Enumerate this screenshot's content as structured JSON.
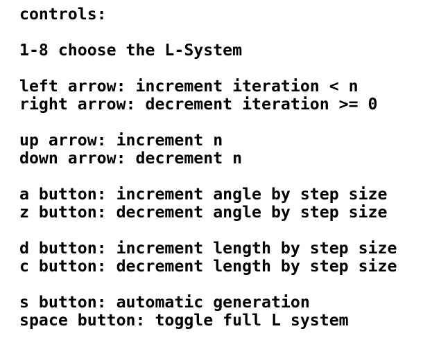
{
  "title": "controls:",
  "sections": [
    {
      "lines": [
        "1-8 choose the L-System"
      ]
    },
    {
      "lines": [
        "left arrow: increment iteration < n",
        "right arrow: decrement iteration >= 0"
      ]
    },
    {
      "lines": [
        "up arrow: increment n",
        "down arrow: decrement n"
      ]
    },
    {
      "lines": [
        "a button: increment angle by step size",
        "z button: decrement angle by step size"
      ]
    },
    {
      "lines": [
        "d button: increment length by step size",
        "c button: decrement length by step size"
      ]
    },
    {
      "lines": [
        "s button: automatic generation",
        "space button: toggle full L system"
      ]
    }
  ],
  "colors": {
    "background": "#ffffff",
    "text": "#000000"
  }
}
